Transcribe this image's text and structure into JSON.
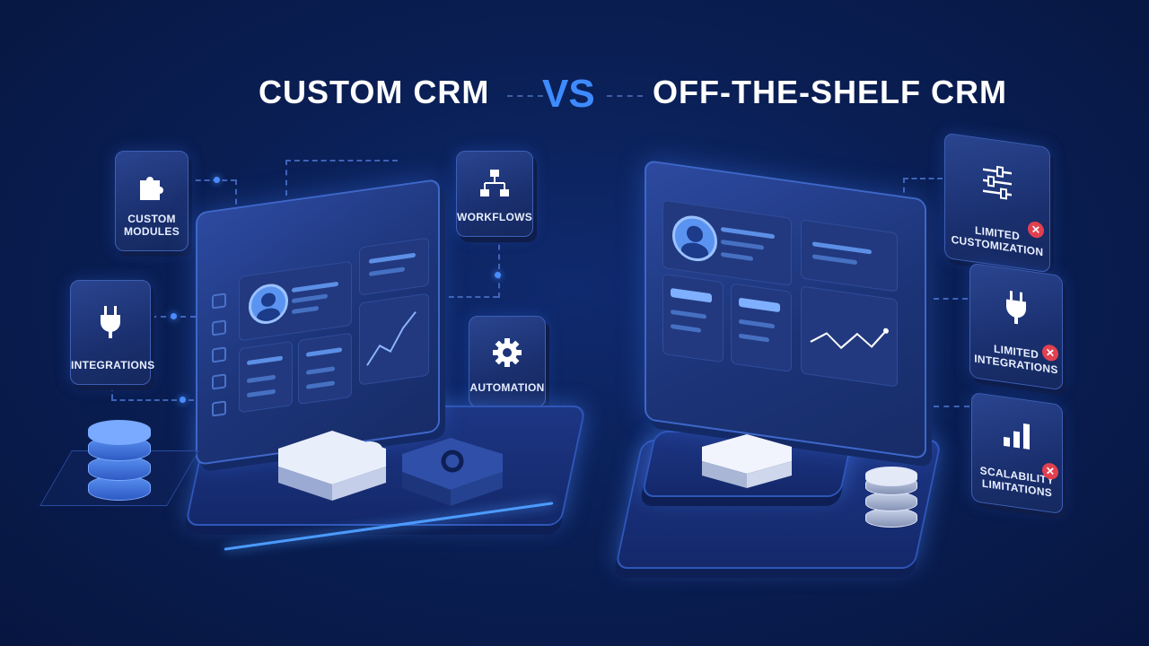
{
  "title": {
    "left": "CUSTOM CRM",
    "vs": "VS",
    "right": "OFF-THE-SHELF CRM"
  },
  "custom_features": [
    {
      "label_line1": "CUSTOM",
      "label_line2": "MODULES",
      "icon": "puzzle-icon"
    },
    {
      "label_line1": "WORKFLOWS",
      "label_line2": "",
      "icon": "workflow-icon"
    },
    {
      "label_line1": "INTEGRATIONS",
      "label_line2": "",
      "icon": "plug-icon"
    },
    {
      "label_line1": "AUTOMATION",
      "label_line2": "",
      "icon": "gear-icon"
    }
  ],
  "shelf_features": [
    {
      "label_line1": "LIMITED",
      "label_line2": "CUSTOMIZATION",
      "icon": "sliders-icon",
      "status_icon": "x-icon"
    },
    {
      "label_line1": "LIMITED",
      "label_line2": "INTEGRATIONS",
      "icon": "plug-icon",
      "status_icon": "x-icon"
    },
    {
      "label_line1": "SCALABILITY",
      "label_line2": "LIMITATIONS",
      "icon": "bar-chart-icon",
      "status_icon": "x-icon"
    }
  ],
  "colors": {
    "background": "#0a1f55",
    "accent": "#3e8bff",
    "negative": "#e2404f",
    "text": "#ffffff"
  }
}
